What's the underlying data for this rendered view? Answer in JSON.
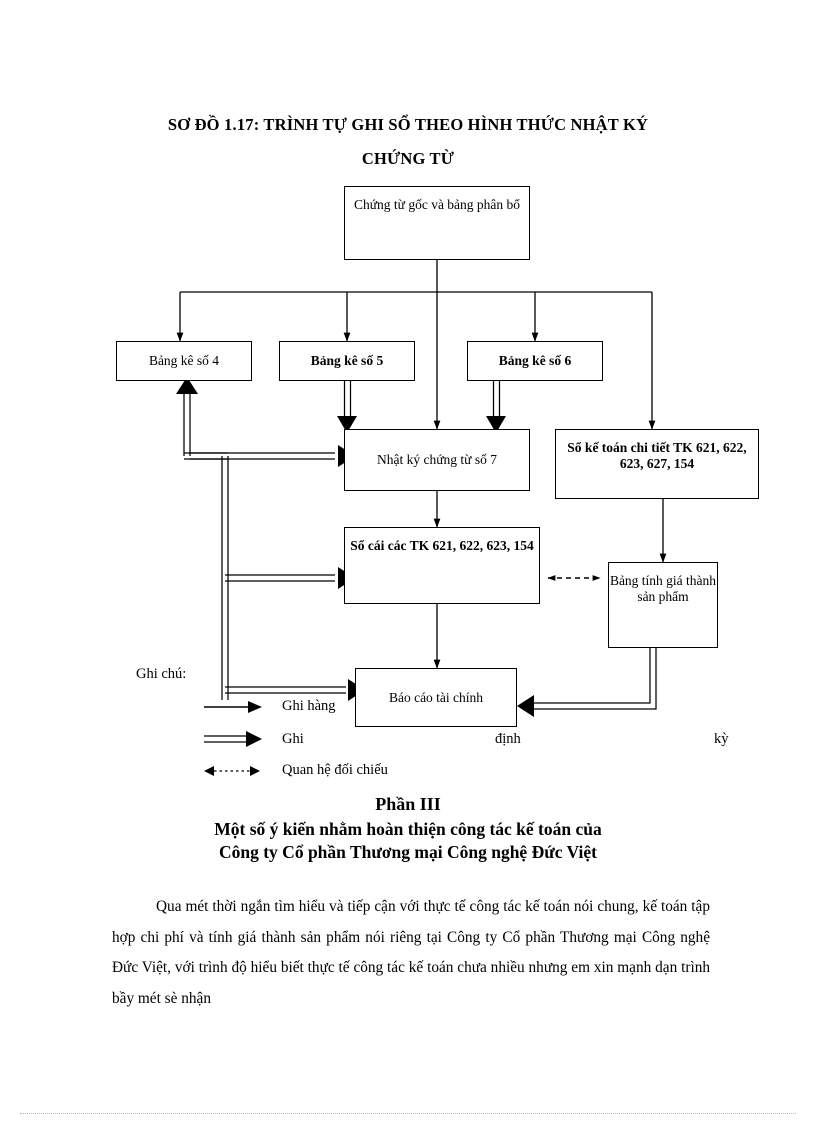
{
  "document": {
    "title_line1": "SƠ ĐỒ 1.17: TRÌNH TỰ GHI SỔ THEO HÌNH THỨC NHẬT KÝ",
    "title_line2": "CHỨNG TỪ"
  },
  "diagram": {
    "nodes": [
      {
        "id": "chung-tu-goc",
        "label": "Chứng từ gốc và bảng phân bổ"
      },
      {
        "id": "bang-ke-4",
        "label": "Bảng kê số 4"
      },
      {
        "id": "bang-ke-5",
        "label": "Bảng kê số 5"
      },
      {
        "id": "bang-ke-6",
        "label": "Bảng kê số 6"
      },
      {
        "id": "nhat-ky-chung-tu-7",
        "label": "Nhật ký chứng từ số 7"
      },
      {
        "id": "so-ke-toan-chi-tiet",
        "label": "Sổ kế toán chi tiết TK 621, 622, 623, 627, 154"
      },
      {
        "id": "so-cai",
        "label": "Sổ cái các TK 621, 622, 623, 154"
      },
      {
        "id": "bang-tinh-gia",
        "label": "Bảng tính giá thành sản phẩm"
      },
      {
        "id": "bao-cao-tai-chinh",
        "label": "Báo cáo tài chính"
      }
    ],
    "legend": {
      "title": "Ghi chú:",
      "items": [
        {
          "arrow": "single-arrow",
          "label": "Ghi hàng"
        },
        {
          "arrow": "double-arrow",
          "label_a": "Ghi",
          "label_b": "định",
          "label_c": "kỳ"
        },
        {
          "arrow": "dotted-double-headed-arrow",
          "label": "Quan hệ đối chiếu"
        }
      ]
    }
  },
  "section": {
    "heading": "Phần III",
    "subheading_line1": "Một số ý kiến nhằm hoàn thiện công tác kế toán của",
    "subheading_line2": "Công ty Cổ phần Thương mại Công nghệ Đức Việt",
    "paragraph": "Qua mét thời ngắn tìm hiểu và tiếp cận với thực tế công tác kế toán nói chung, kế toán tập hợp chi phí và tính giá thành sản phẩm nói riêng tại Công ty Cổ phần Thương mại Công nghệ Đức Việt, với trình độ hiểu biết thực tế công tác kế toán chưa nhiều nhưng em xin mạnh dạn trình bầy mét sè nhận"
  },
  "colors": {
    "ink": "#000000",
    "paper": "#ffffff",
    "footer_rule": "#b8b8b8"
  }
}
